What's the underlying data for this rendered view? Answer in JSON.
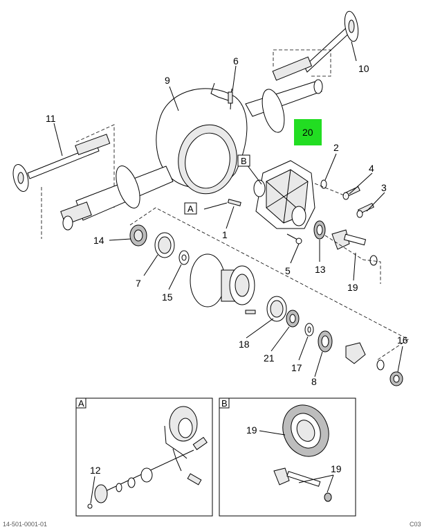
{
  "callouts": {
    "c1": "1",
    "c2": "2",
    "c3": "3",
    "c4": "4",
    "c5": "5",
    "c6": "6",
    "c7": "7",
    "c8": "8",
    "c9": "9",
    "c10": "10",
    "c11": "11",
    "c13": "13",
    "c14": "14",
    "c15": "15",
    "c16": "16",
    "c17": "17",
    "c18": "18",
    "c19": "19",
    "c20": "20",
    "c21": "21"
  },
  "highlight": {
    "color": "#22dd22",
    "label": "20"
  },
  "refs": {
    "a": "A",
    "b": "B"
  },
  "detail_a": {
    "title": "A",
    "c12": "12"
  },
  "detail_b": {
    "title": "B",
    "c19_gear": "19",
    "c19_pinion": "19"
  },
  "footer": {
    "left": "14-501-0001-01",
    "right": "C03"
  }
}
